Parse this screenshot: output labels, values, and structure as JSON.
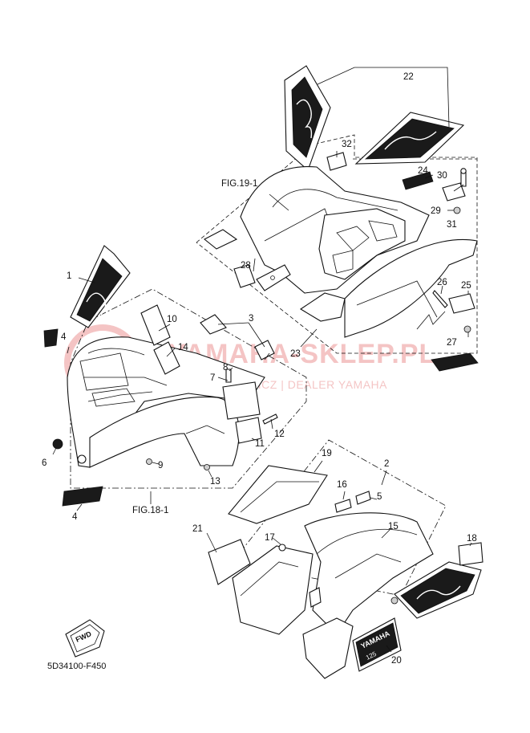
{
  "diagram": {
    "drawing_code": "5D34100-F450",
    "watermark": {
      "primary_text": "YAMAHA-SKLEP.PL",
      "secondary_text": "WOJCIECHOWICZ | DEALER YAMAHA",
      "color": "#e05a5a"
    },
    "direction_badge": "FWD",
    "decal_text": "YAMAHA",
    "decal_sub": "125",
    "references": {
      "fig_19_1": "FIG.19-1",
      "fig_18_1": "FIG.18-1"
    },
    "callouts": {
      "c1": "1",
      "c2": "2",
      "c3": "3",
      "c4a": "4",
      "c4b": "4",
      "c5": "5",
      "c6": "6",
      "c7": "7",
      "c8": "8",
      "c9": "9",
      "c10": "10",
      "c11": "11",
      "c12": "12",
      "c13": "13",
      "c14": "14",
      "c15": "15",
      "c16": "16",
      "c17": "17",
      "c18": "18",
      "c19": "19",
      "c20": "20",
      "c21": "21",
      "c22": "22",
      "c23": "23",
      "c24": "24",
      "c25": "25",
      "c26": "26",
      "c27": "27",
      "c28": "28",
      "c29": "29",
      "c30": "30",
      "c31": "31",
      "c32": "32"
    }
  }
}
